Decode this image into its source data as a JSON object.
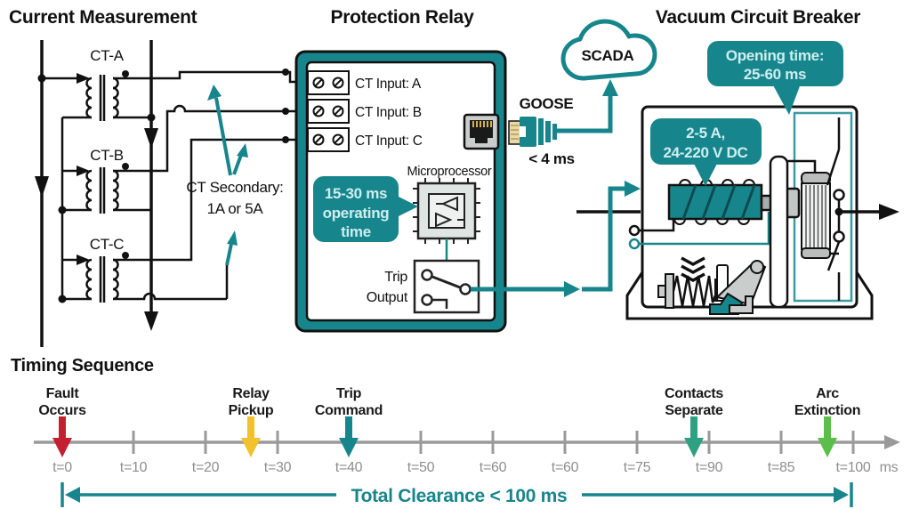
{
  "colors": {
    "teal": "#17868C",
    "teal_light_text": "#CDEEF0",
    "fault_red": "#C42032",
    "pickup_yellow": "#F2C12E",
    "trip_teal": "#17868C",
    "contacts_seagreen": "#2FA182",
    "arc_green": "#5BBE4A",
    "axis_gray": "#9A9A9A"
  },
  "current_measurement": {
    "title": "Current Measurement",
    "ct_labels": [
      "CT-A",
      "CT-B",
      "CT-C"
    ],
    "secondary_note_line1": "CT Secondary:",
    "secondary_note_line2": "1A or 5A"
  },
  "relay": {
    "title": "Protection Relay",
    "inputs": [
      "CT Input: A",
      "CT Input: B",
      "CT Input: C"
    ],
    "microprocessor": "Microprocessor",
    "callout_line1": "15-30 ms",
    "callout_line2": "operating",
    "callout_line3": "time",
    "trip_line1": "Trip",
    "trip_line2": "Output"
  },
  "network": {
    "cloud": "SCADA",
    "protocol": "GOOSE",
    "latency": "< 4 ms"
  },
  "breaker": {
    "title": "Vacuum Circuit Breaker",
    "opening_line1": "Opening time:",
    "opening_line2": "25-60 ms",
    "coil_line1": "2-5 A,",
    "coil_line2": "24-220 V DC"
  },
  "timeline": {
    "title": "Timing Sequence",
    "ticks": [
      "t=0",
      "t=10",
      "t=20",
      "t=30",
      "t=40",
      "t=50",
      "t=60",
      "t=60",
      "t=75",
      "t=90",
      "t=85",
      "t=100"
    ],
    "unit": "ms",
    "events": [
      {
        "line1": "Fault",
        "line2": "Occurs",
        "color": "#C42032"
      },
      {
        "line1": "Relay",
        "line2": "Pickup",
        "color": "#F2C12E"
      },
      {
        "line1": "Trip",
        "line2": "Command",
        "color": "#17868C"
      },
      {
        "line1": "Contacts",
        "line2": "Separate",
        "color": "#2FA182"
      },
      {
        "line1": "Arc",
        "line2": "Extinction",
        "color": "#5BBE4A"
      }
    ],
    "total_clearance": "Total Clearance < 100 ms"
  }
}
